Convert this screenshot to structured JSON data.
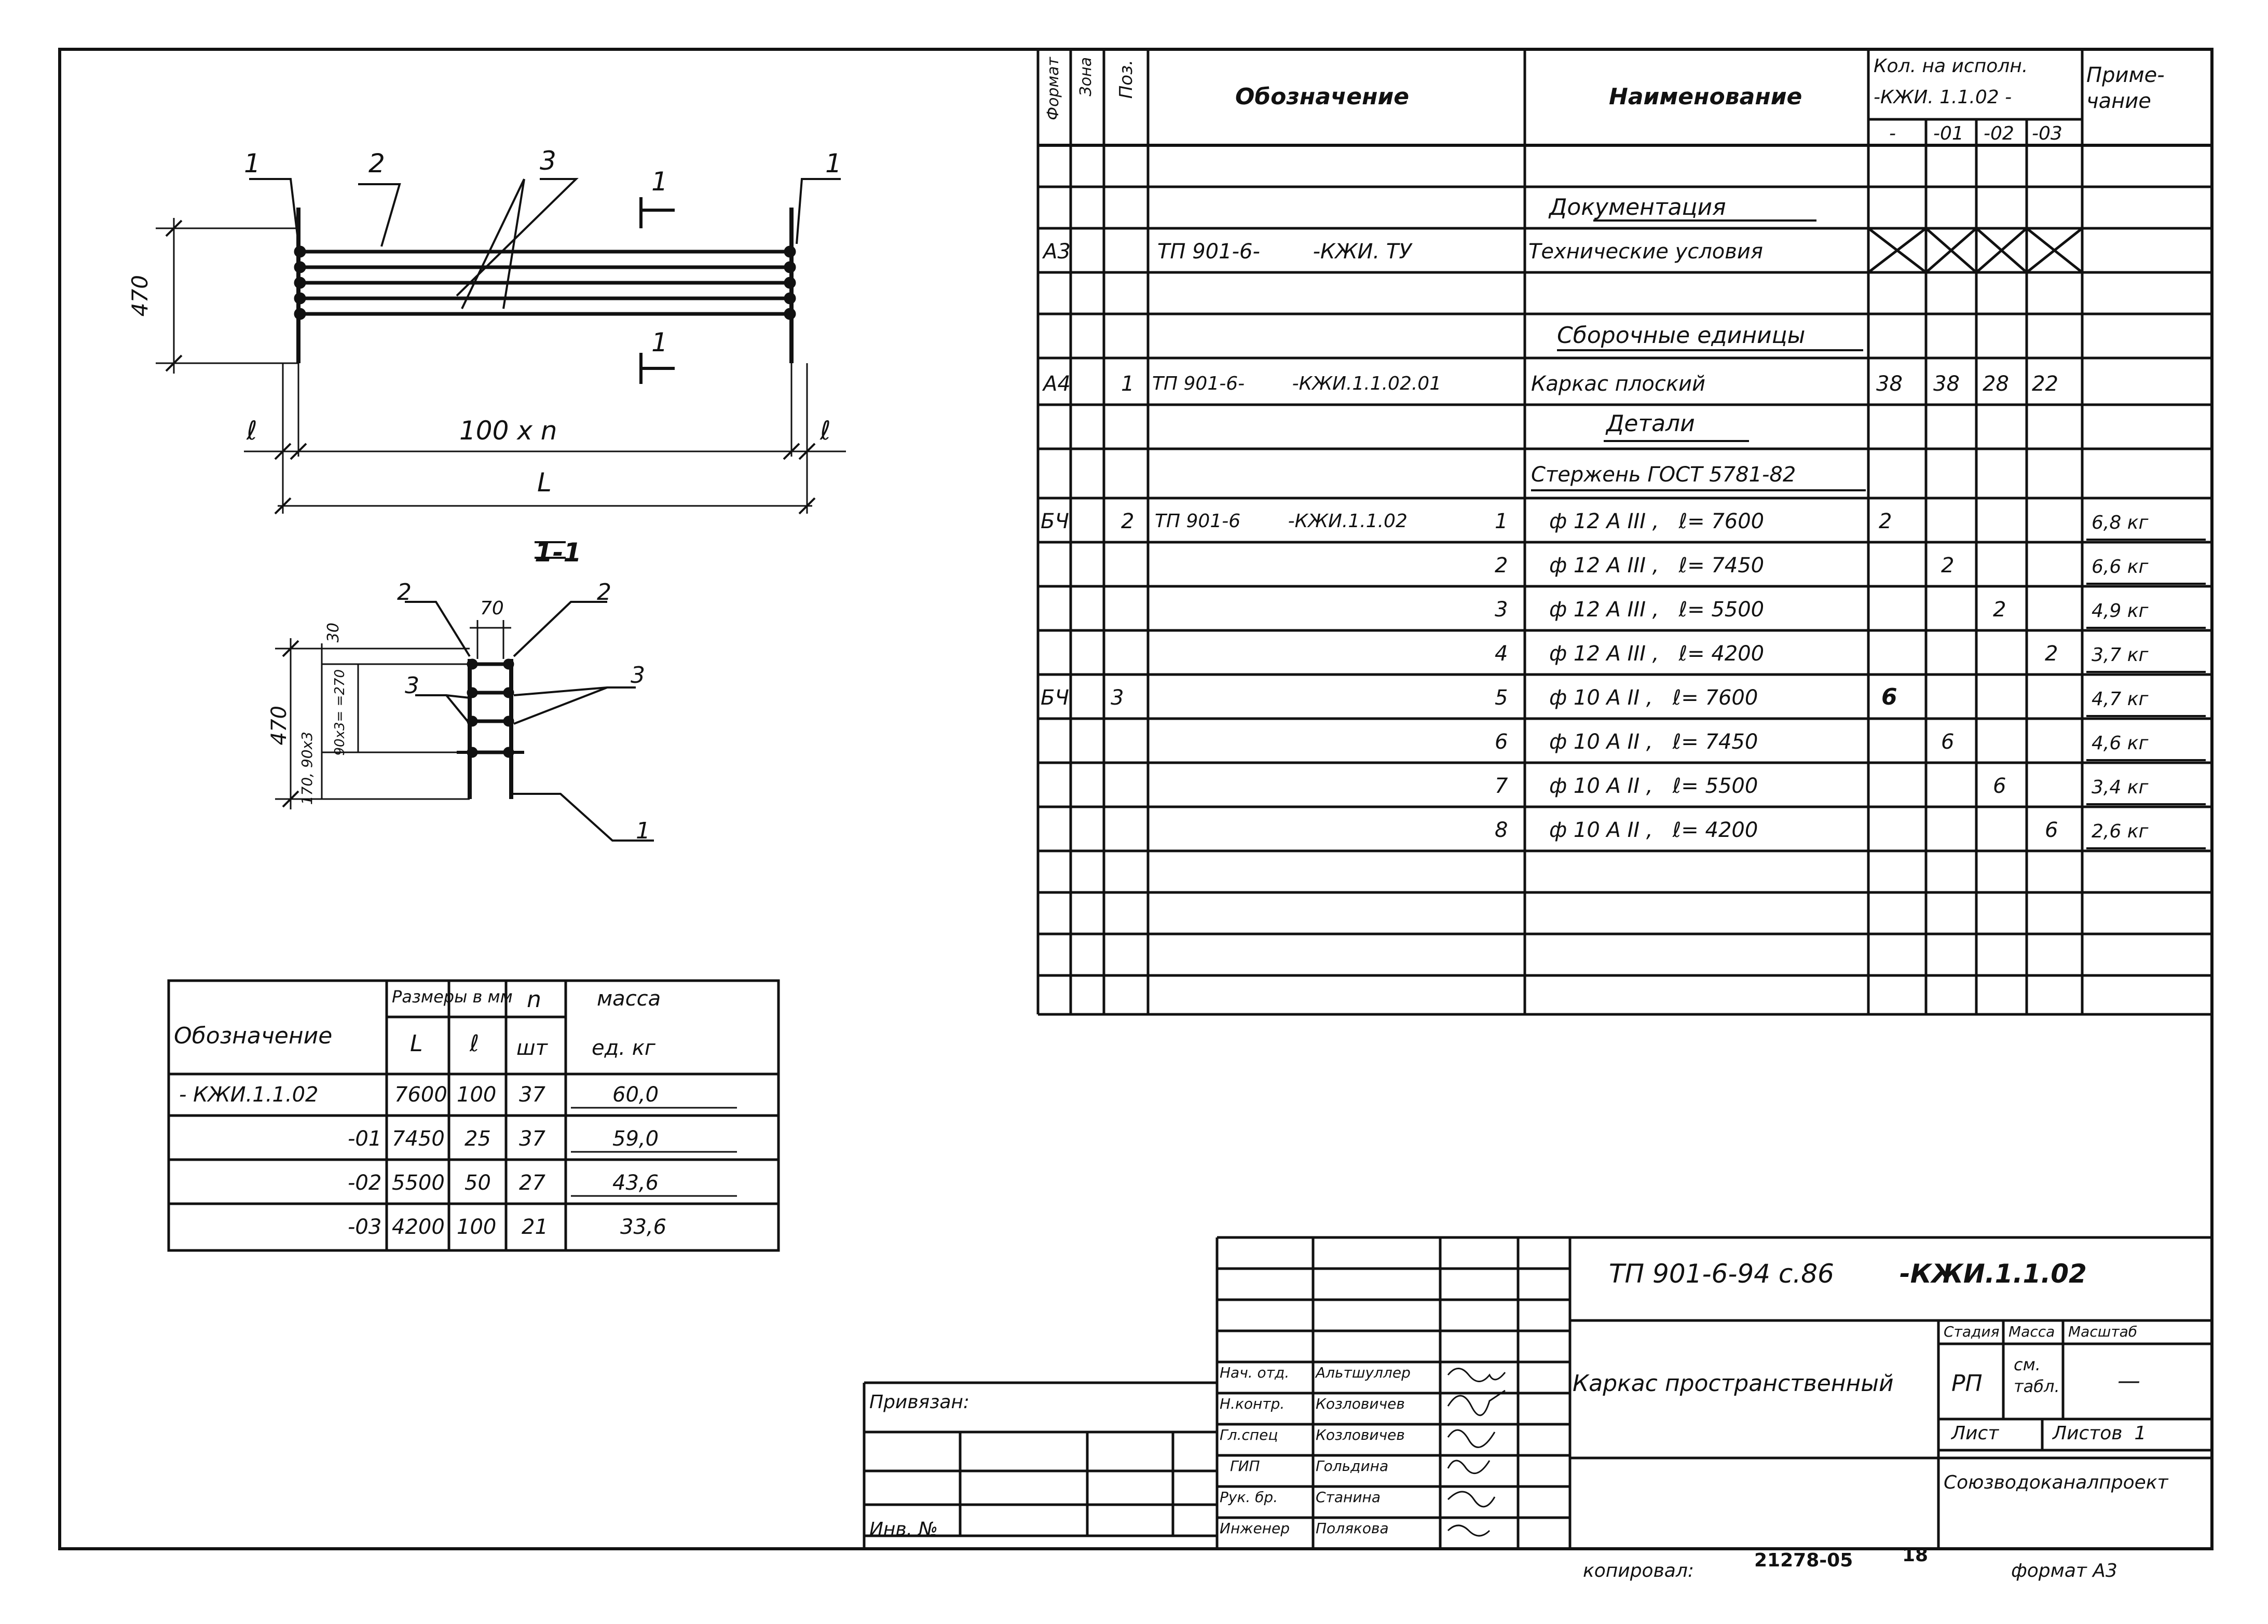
{
  "spec": {
    "headers": {
      "format": "Формат",
      "zone": "Зона",
      "pos": "Поз.",
      "designation": "Обозначение",
      "name": "Наименование",
      "qty_line1": "Кол. на исполн.",
      "qty_line2": "-КЖИ. 1.1.02 -",
      "qty_cols": [
        "-",
        "-01",
        "-02",
        "-03"
      ],
      "note": "Приме-\nчание"
    },
    "rows": [
      {
        "name": "Документация",
        "style": "section"
      },
      {
        "format": "А3",
        "designation": "ТП 901-6-        -КЖИ. ТУ",
        "name": "Технические условия",
        "crossed": true
      },
      {
        "name": "Сборочные единицы",
        "style": "section"
      },
      {
        "format": "А4",
        "pos": "1",
        "designation": "ТП 901-6-        -КЖИ.1.1.02.01",
        "name": "Каркас плоский",
        "q": [
          "38",
          "38",
          "28",
          "22"
        ]
      },
      {
        "name": "Детали",
        "style": "section"
      },
      {
        "name": "Стержень ГОСТ 5781-82",
        "style": "underline"
      },
      {
        "format": "БЧ",
        "pos": "2",
        "designation": "ТП 901-6        -КЖИ.1.1.02",
        "sub": "1",
        "name": "ф 12 А III ,   ℓ= 7600",
        "q": [
          "2",
          "",
          "",
          ""
        ],
        "note": "6,8 кг"
      },
      {
        "sub": "2",
        "name": "ф 12 А III ,   ℓ= 7450",
        "q": [
          "",
          "2",
          "",
          ""
        ],
        "note": "6,6 кг"
      },
      {
        "sub": "3",
        "name": "ф 12 А III ,   ℓ= 5500",
        "q": [
          "",
          "",
          "2",
          ""
        ],
        "note": "4,9 кг"
      },
      {
        "sub": "4",
        "name": "ф 12 А III ,   ℓ= 4200",
        "q": [
          "",
          "",
          "",
          "2"
        ],
        "note": "3,7 кг"
      },
      {
        "format": "БЧ",
        "pos": "3",
        "sub": "5",
        "name": "ф 10 А II ,   ℓ= 7600",
        "q": [
          "6",
          "",
          "",
          ""
        ],
        "note": "4,7 кг"
      },
      {
        "sub": "6",
        "name": "ф 10 А II ,   ℓ= 7450",
        "q": [
          "",
          "6",
          "",
          ""
        ],
        "note": "4,6 кг"
      },
      {
        "sub": "7",
        "name": "ф 10 А II ,   ℓ= 5500",
        "q": [
          "",
          "",
          "6",
          ""
        ],
        "note": "3,4 кг"
      },
      {
        "sub": "8",
        "name": "ф 10 А II ,   ℓ= 4200",
        "q": [
          "",
          "",
          "",
          "6"
        ],
        "note": "2,6 кг"
      },
      {},
      {},
      {},
      {}
    ]
  },
  "dims_table": {
    "h_designation": "Обозначение",
    "h_sizes": "Размеры в мм",
    "h_L": "L",
    "h_l": "ℓ",
    "h_n": "n",
    "h_n_unit": "шт",
    "h_mass": "масса",
    "h_mass_unit": "ед. кг",
    "rows": [
      [
        "- КЖИ.1.1.02",
        "7600",
        "100",
        "37",
        "60,0"
      ],
      [
        "-01",
        "7450",
        "25",
        "37",
        "59,0"
      ],
      [
        "-02",
        "5500",
        "50",
        "27",
        "43,6"
      ],
      [
        "-03",
        "4200",
        "100",
        "21",
        "33,6"
      ]
    ]
  },
  "drawing": {
    "callouts": [
      "1",
      "2",
      "3",
      "1"
    ],
    "section_mark": "1",
    "dim_height": "470",
    "dim_e": "ℓ",
    "dim_mid": "100 x n",
    "dim_L": "L",
    "section_title": "1-1",
    "sec_callouts": [
      "2",
      "2",
      "3",
      "3",
      "1"
    ],
    "sec_dim_70": "70",
    "sec_dim_30": "30",
    "sec_dim_470": "470",
    "sec_dim_270": "90x3=\n=270",
    "sec_dim_170": "170, 90x3"
  },
  "title_block": {
    "code": "ТП 901-6-94 с.86",
    "code_suffix": "-КЖИ.1.1.02",
    "product": "Каркас пространственный",
    "stage_h": "Стадия",
    "mass_h": "Масса",
    "scale_h": "Масштаб",
    "stage": "РП",
    "mass": "см.\nтабл.",
    "scale": "—",
    "sheet": "Лист",
    "sheets": "Листов  1",
    "org": "Союзводоканалпроект",
    "roles": [
      "Нач. отд.",
      "Н.контр.",
      "Гл.спец",
      "ГИП",
      "Рук. бр.",
      "Инженер"
    ],
    "names": [
      "Альтшуллер",
      "Козловичев",
      "Козловичев",
      "Гольдина",
      "Станина",
      "Полякова"
    ],
    "linked": "Привязан:",
    "inv": "Инв. №"
  },
  "footer": {
    "copied": "копировал:",
    "number": "21278-05",
    "num2": "18",
    "format": "формат А3"
  }
}
